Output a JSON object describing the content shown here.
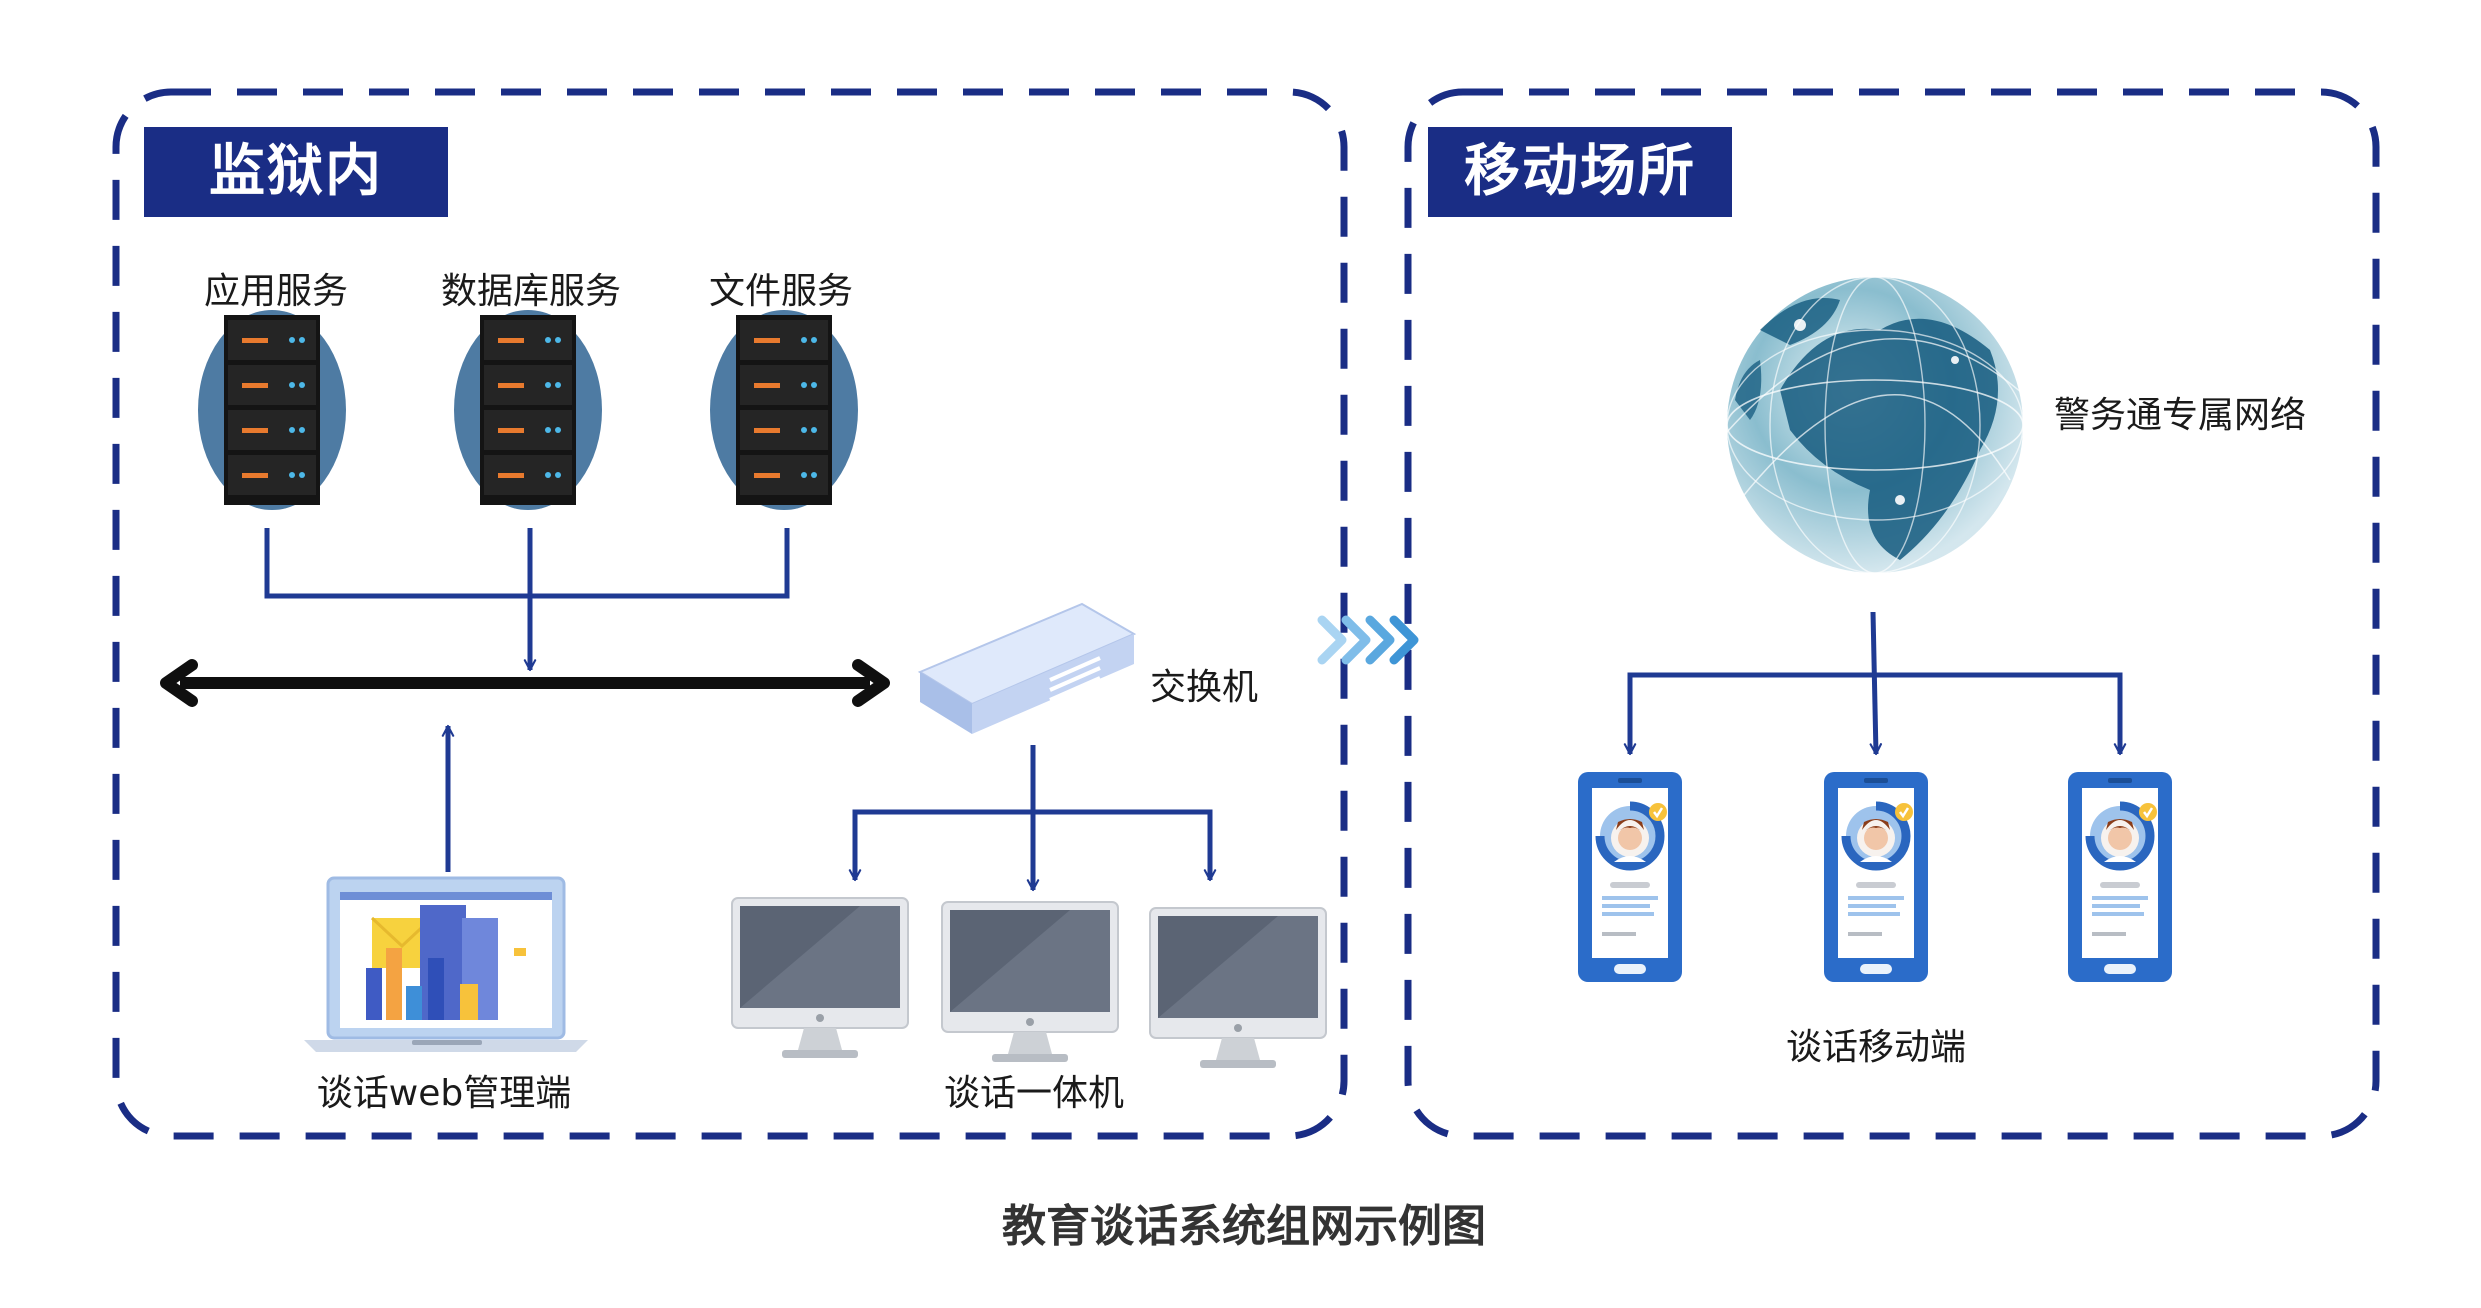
{
  "left_panel": {
    "title": "监狱内"
  },
  "right_panel": {
    "title": "移动场所"
  },
  "servers": [
    {
      "label": "应用服务"
    },
    {
      "label": "数据库服务"
    },
    {
      "label": "文件服务"
    }
  ],
  "switch": {
    "label": "交换机"
  },
  "web_client": {
    "label": "谈话web管理端"
  },
  "all_in_one": {
    "label": "谈话一体机"
  },
  "network": {
    "label": "警务通专属网络"
  },
  "mobile": {
    "label": "谈话移动端"
  },
  "caption": "教育谈话系统组网示例图",
  "colors": {
    "accent": "#1a2d85",
    "line": "#1f3a93",
    "server_oval": "#4e7ba3",
    "globe": "#1a5f82"
  }
}
